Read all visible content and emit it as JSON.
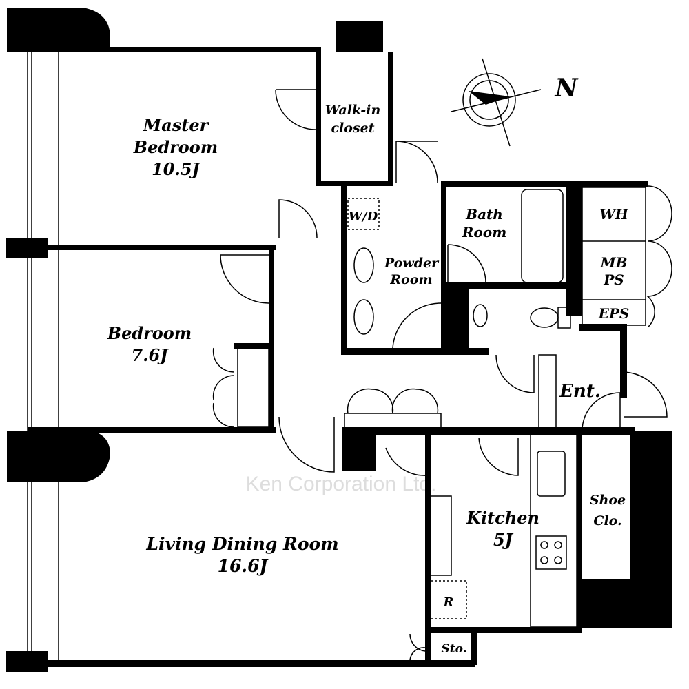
{
  "watermark": "Ken Corporation Ltd.",
  "compass": {
    "label": "N"
  },
  "rooms": {
    "master_bedroom": [
      "Master",
      "Bedroom",
      "10.5J"
    ],
    "walk_in_closet": [
      "Walk-in",
      "closet"
    ],
    "wd": "W/D",
    "bath_room": [
      "Bath",
      "Room"
    ],
    "powder_room": [
      "Powder",
      "Room"
    ],
    "wh": "WH",
    "mb_ps": [
      "MB",
      "PS"
    ],
    "eps": "EPS",
    "bedroom": [
      "Bedroom",
      "7.6J"
    ],
    "entrance": "Ent.",
    "shoe_closet": [
      "Shoe",
      "Clo."
    ],
    "kitchen": [
      "Kitchen",
      "5J"
    ],
    "living_dining": [
      "Living Dining Room",
      "16.6J"
    ],
    "refrigerator": "R",
    "storage": "Sto."
  }
}
